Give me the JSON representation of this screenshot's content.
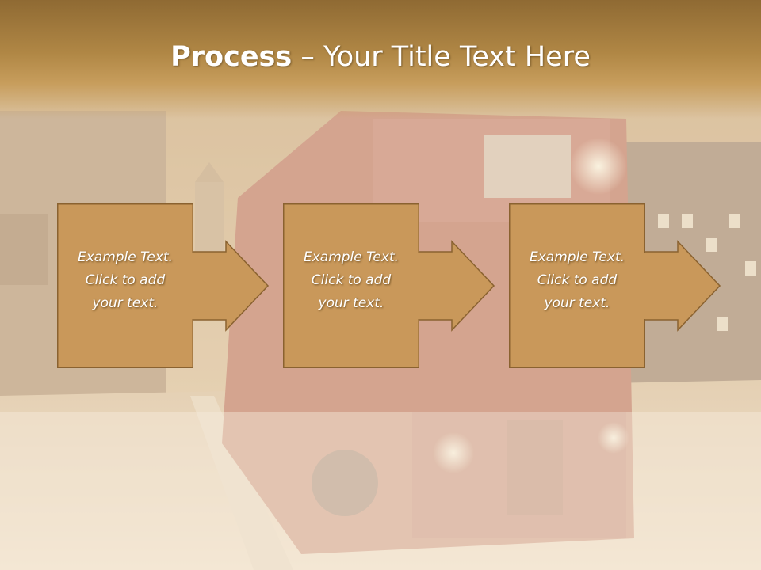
{
  "slide": {
    "title_bold": "Process",
    "title_rest": " – Your Title Text Here"
  },
  "steps": [
    {
      "line1": "Example Text.",
      "line2": "Click  to add",
      "line3": "your text."
    },
    {
      "line1": "Example Text.",
      "line2": "Click  to add",
      "line3": "your text."
    },
    {
      "line1": "Example Text.",
      "line2": "Click  to add",
      "line3": "your text."
    }
  ],
  "colors": {
    "box_fill": "#c9985a",
    "box_border": "#8a6230",
    "title_bar": "#a67c3c",
    "title_text": "#ffffff"
  },
  "icons": {
    "connector": "right-arrow-icon"
  }
}
